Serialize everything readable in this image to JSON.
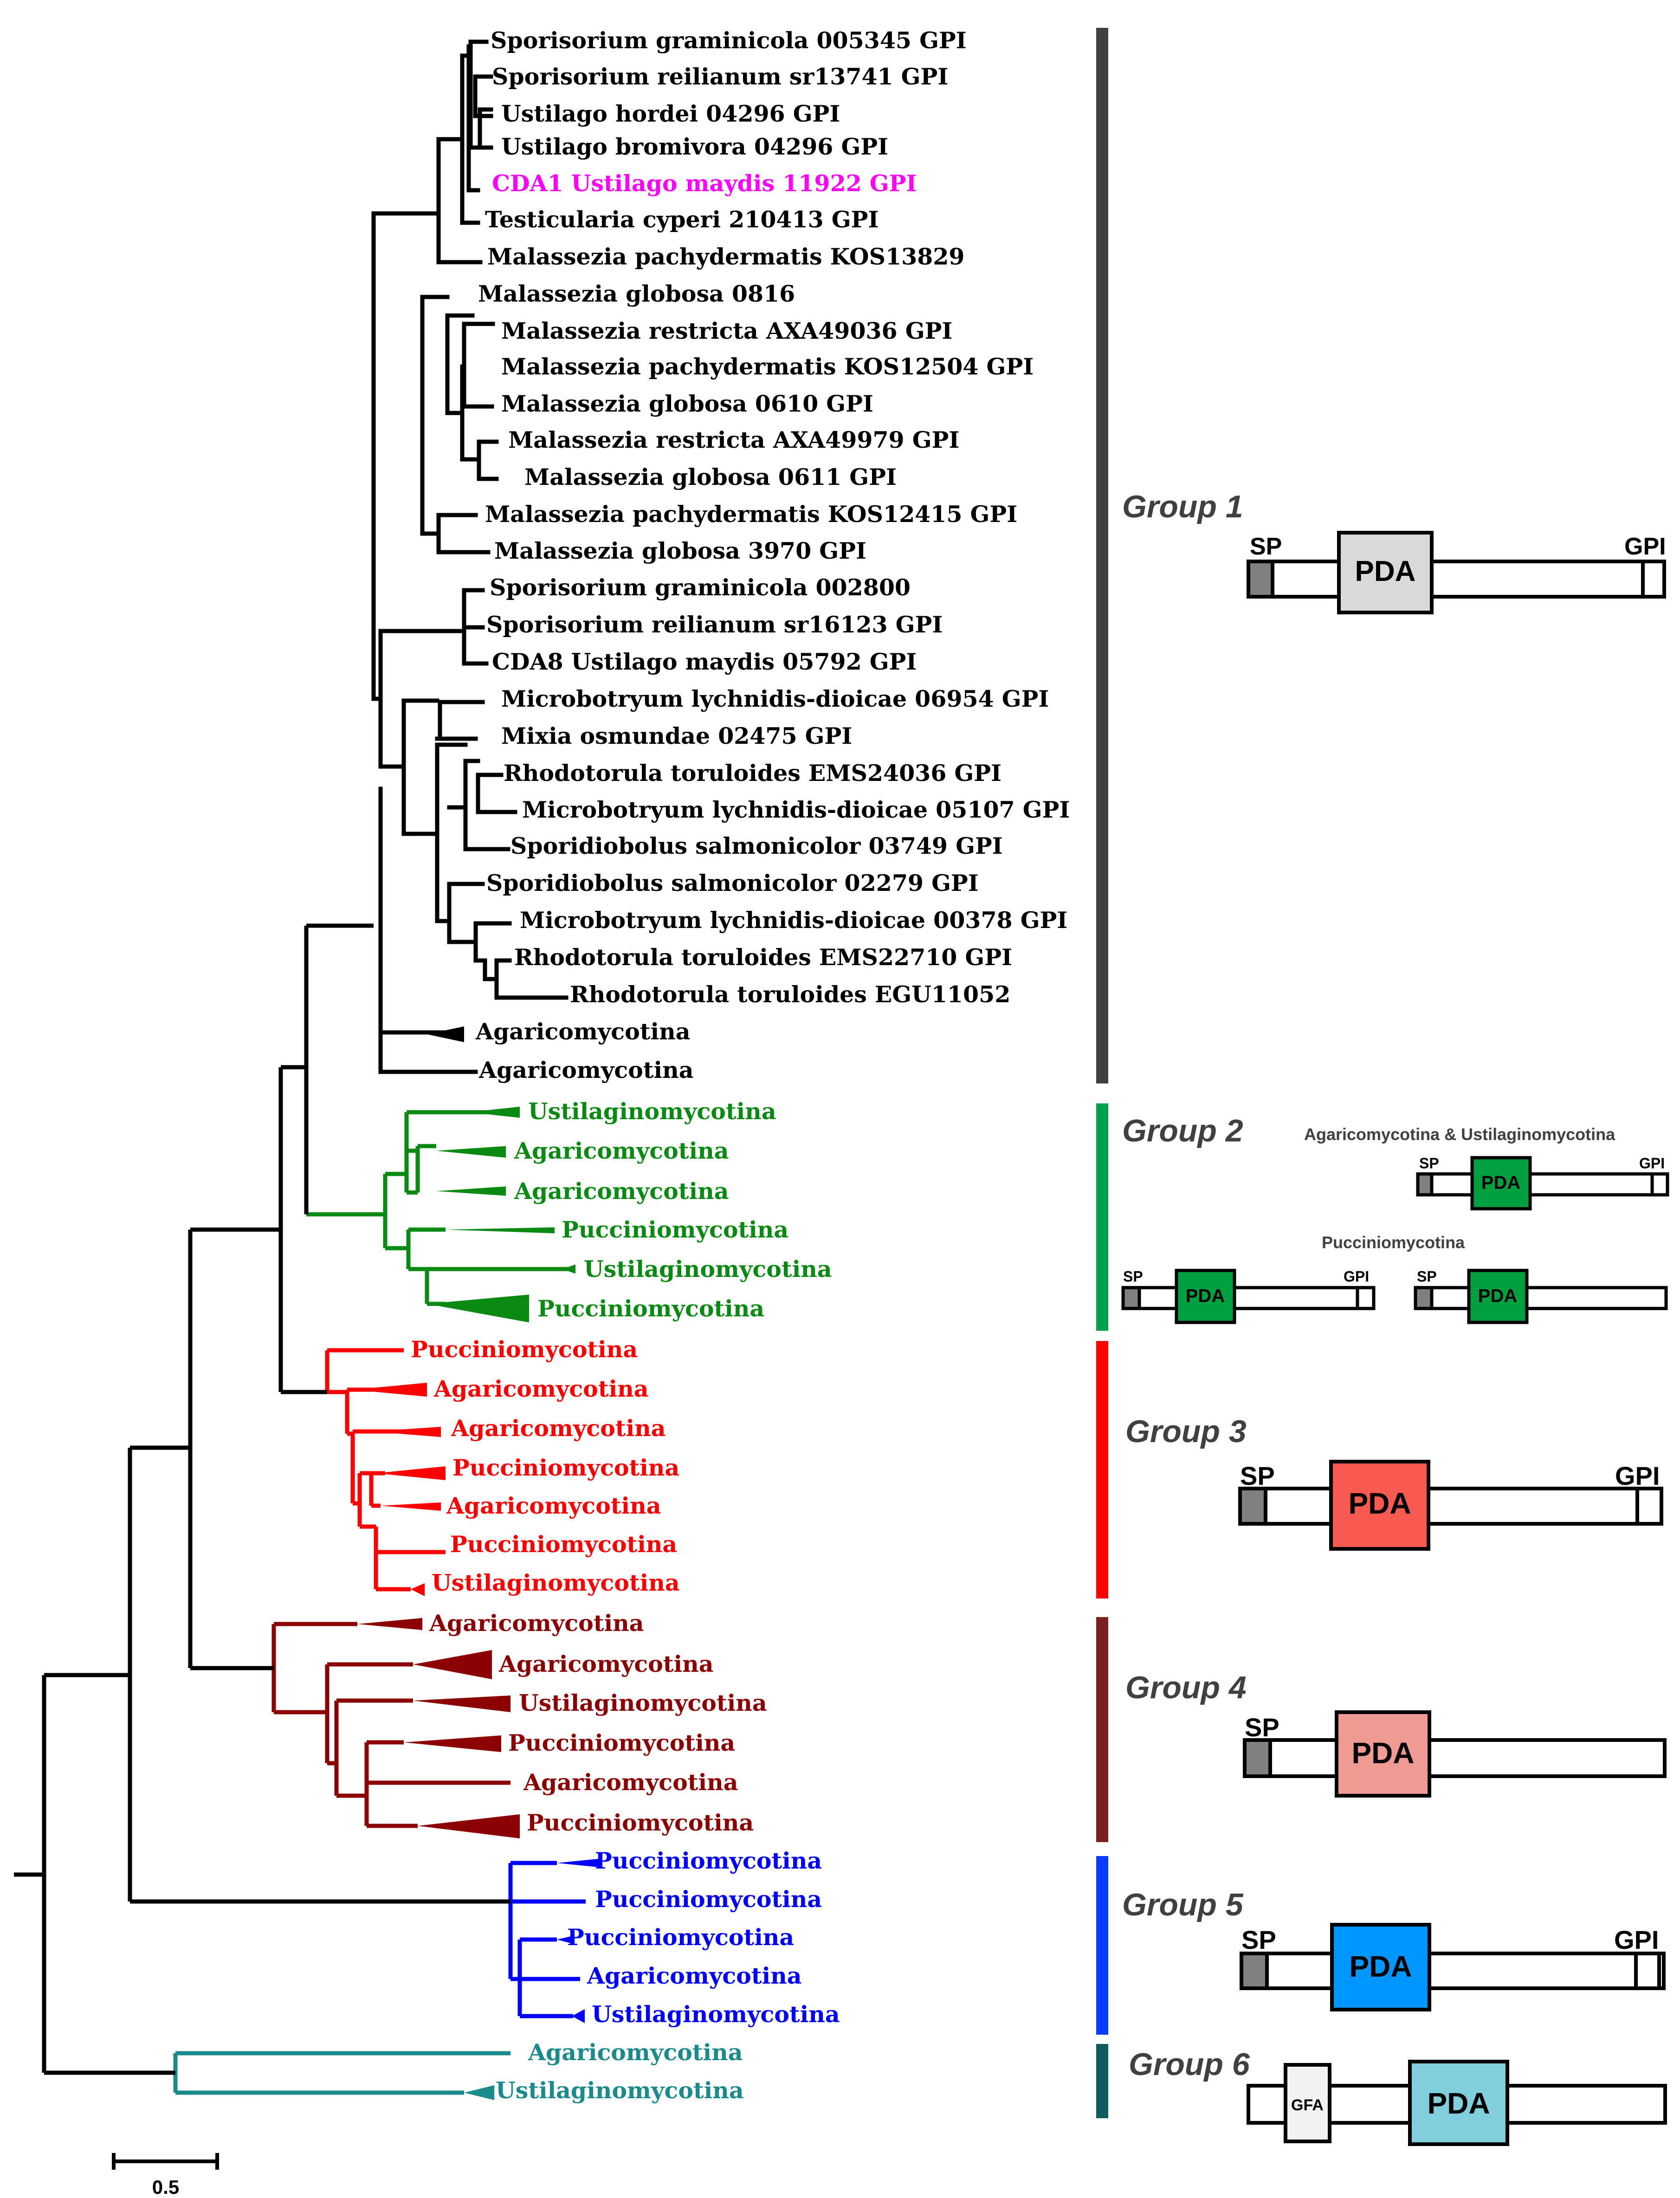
{
  "tree": {
    "group1": {
      "color": "#000000",
      "highlight_color": "#ff00ff",
      "leaves": [
        "Sporisorium graminicola 005345 GPI",
        "Sporisorium reilianum sr13741 GPI",
        "Ustilago hordei 04296 GPI",
        "Ustilago bromivora 04296 GPI",
        "CDA1 Ustilago maydis 11922 GPI",
        "Testicularia cyperi 210413 GPI",
        "Malassezia pachydermatis KOS13829",
        "Malassezia globosa 0816",
        "Malassezia restricta AXA49036 GPI",
        "Malassezia pachydermatis KOS12504 GPI",
        "Malassezia globosa 0610 GPI",
        "Malassezia restricta AXA49979 GPI",
        "Malassezia globosa 0611 GPI",
        "Malassezia pachydermatis KOS12415 GPI",
        "Malassezia globosa 3970 GPI",
        "Sporisorium graminicola 002800",
        "Sporisorium reilianum sr16123 GPI",
        "CDA8 Ustilago maydis 05792 GPI",
        "Microbotryum lychnidis-dioicae 06954 GPI",
        "Mixia osmundae 02475 GPI",
        "Rhodotorula toruloides EMS24036 GPI",
        "Microbotryum lychnidis-dioicae 05107 GPI",
        "Sporidiobolus salmonicolor 03749 GPI",
        "Sporidiobolus salmonicolor 02279 GPI",
        "Microbotryum lychnidis-dioicae 00378 GPI",
        "Rhodotorula toruloides EMS22710 GPI",
        "Rhodotorula toruloides EGU11052",
        "Agaricomycotina",
        "Agaricomycotina"
      ]
    },
    "group2": {
      "color": "#0a8a12",
      "leaves": [
        "Ustilaginomycotina",
        "Agaricomycotina",
        "Agaricomycotina",
        "Pucciniomycotina",
        "Ustilaginomycotina",
        "Pucciniomycotina"
      ]
    },
    "group3": {
      "color": "#ff0000",
      "leaves": [
        "Pucciniomycotina",
        "Agaricomycotina",
        "Agaricomycotina",
        "Pucciniomycotina",
        "Agaricomycotina",
        "Pucciniomycotina",
        "Ustilaginomycotina"
      ]
    },
    "group4": {
      "color": "#8b0000",
      "leaves": [
        "Agaricomycotina",
        "Agaricomycotina",
        "Ustilaginomycotina",
        "Pucciniomycotina",
        "Agaricomycotina",
        "Pucciniomycotina"
      ]
    },
    "group5": {
      "color": "#0000ff",
      "leaves": [
        "Pucciniomycotina",
        "Pucciniomycotina",
        "Pucciniomycotina",
        "Agaricomycotina",
        "Ustilaginomycotina"
      ]
    },
    "group6": {
      "color": "#1a8a8a",
      "leaves": [
        "Agaricomycotina",
        "Ustilaginomycotina"
      ]
    }
  },
  "groups": [
    {
      "label": "Group 1",
      "bar_color": "#404040"
    },
    {
      "label": "Group 2",
      "bar_color": "#00a050"
    },
    {
      "label": "Group 3",
      "bar_color": "#ff0000"
    },
    {
      "label": "Group 4",
      "bar_color": "#7b2020"
    },
    {
      "label": "Group 5",
      "bar_color": "#0a3cff"
    },
    {
      "label": "Group 6",
      "bar_color": "#0e5a5f"
    }
  ],
  "domains": {
    "sp": "SP",
    "gpi": "GPI",
    "pda": "PDA",
    "gfa": "GFA",
    "group2_top_caption": "Agaricomycotina  & Ustilaginomycotina",
    "group2_bottom_caption": "Pucciniomycotina",
    "pda_colors": [
      "#d9d9d9",
      "#00a040",
      "#f85a50",
      "#f09a94",
      "#0096ff",
      "#7fd0dc"
    ],
    "sp_color": "#808080",
    "gfa_color": "#f2f2f2"
  },
  "scale_bar": {
    "label": "0.5"
  }
}
